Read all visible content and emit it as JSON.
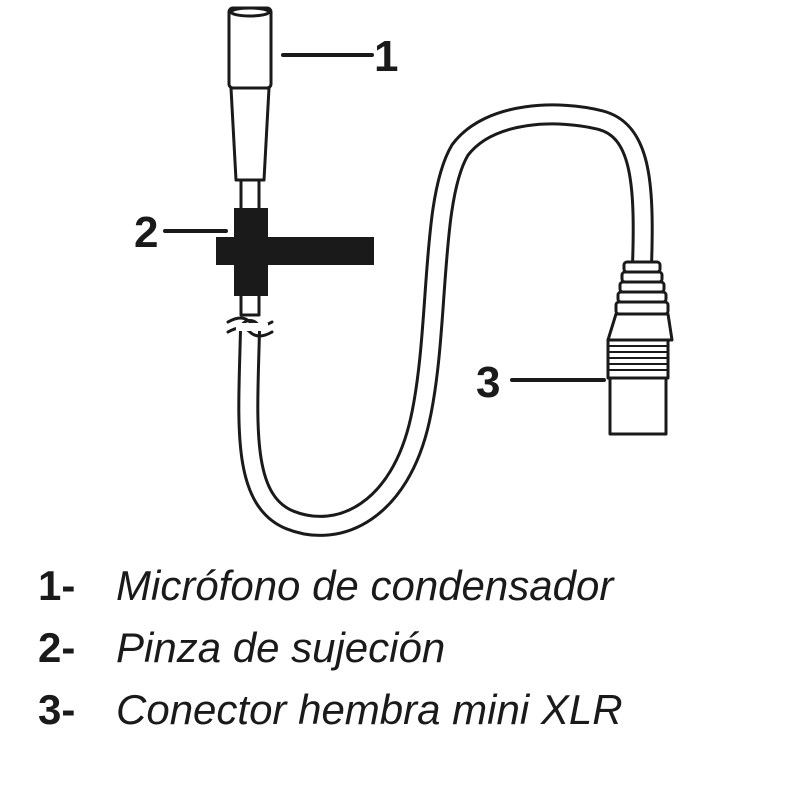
{
  "callouts": [
    {
      "number": "1"
    },
    {
      "number": "2"
    },
    {
      "number": "3"
    }
  ],
  "legend": [
    {
      "number": "1-",
      "text": "Micrófono de condensador"
    },
    {
      "number": "2-",
      "text": "Pinza de sujeción"
    },
    {
      "number": "3-",
      "text": "Conector hembra mini XLR"
    }
  ],
  "colors": {
    "ink": "#1a1a1a",
    "background": "#ffffff"
  }
}
